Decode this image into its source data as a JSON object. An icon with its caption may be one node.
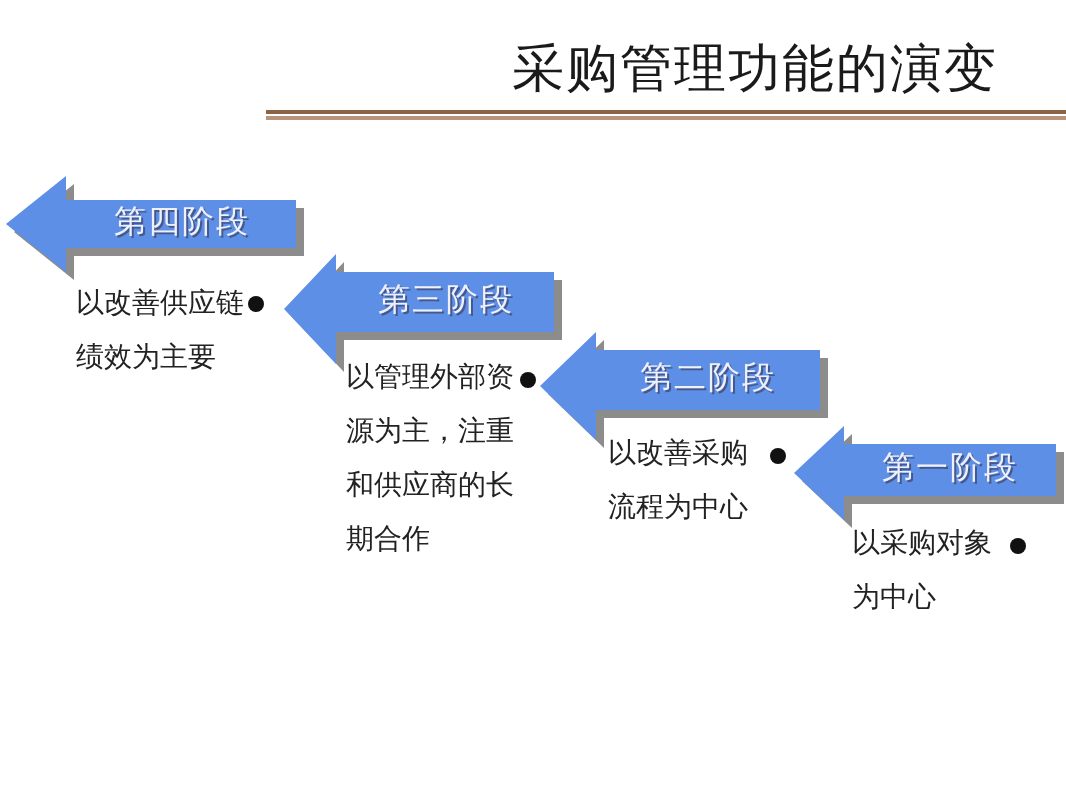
{
  "diagram": {
    "title": "采购管理功能的演变",
    "nodes": [
      {
        "text": [
          "第四阶段"
        ],
        "beside": [
          "以改善供应链绩效为主要"
        ]
      },
      {
        "text": [
          "第三阶段"
        ],
        "beside": [
          "以管理外部资源为主，注重和供应商的长期合作"
        ]
      },
      {
        "text": [
          "第二阶段"
        ],
        "beside": [
          "以改善采购流程为中心"
        ]
      },
      {
        "text": [
          "第一阶段"
        ],
        "beside": [
          "以采购对象为中心"
        ]
      }
    ]
  }
}
